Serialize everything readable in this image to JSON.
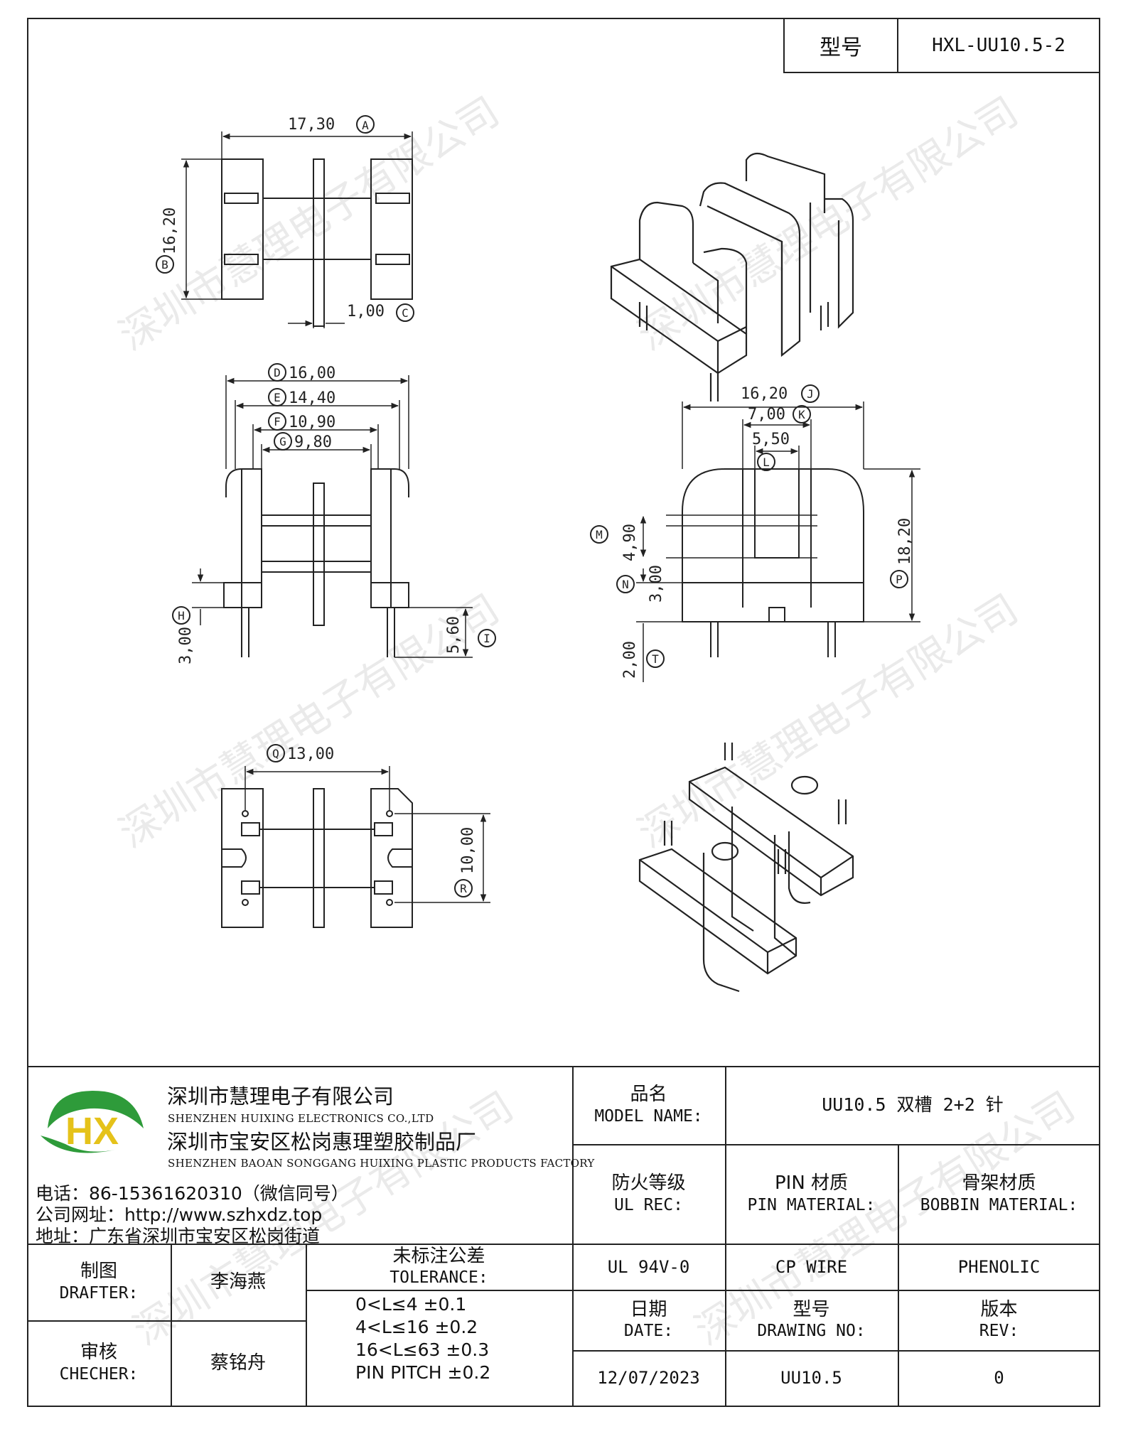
{
  "header": {
    "model_label": "型号",
    "model_value": "HXL-UU10.5-2"
  },
  "dimensions": {
    "A": "17,30",
    "A_tag": "A",
    "B": "16,20",
    "B_tag": "B",
    "C": "1,00",
    "C_tag": "C",
    "D": "16,00",
    "D_tag": "D",
    "E": "14,40",
    "E_tag": "E",
    "F": "10,90",
    "F_tag": "F",
    "G": "9,80",
    "G_tag": "G",
    "H": "3,00",
    "H_tag": "H",
    "I": "5,60",
    "I_tag": "I",
    "J": "16,20",
    "J_tag": "J",
    "K": "7,00",
    "K_tag": "K",
    "L": "5,50",
    "L_tag": "L",
    "M": "4,90",
    "M_tag": "M",
    "N": "3,00",
    "N_tag": "N",
    "P": "18,20",
    "P_tag": "P",
    "T": "2,00",
    "T_tag": "T",
    "Q": "13,00",
    "Q_tag": "Q",
    "R": "10,00",
    "R_tag": "R"
  },
  "company": {
    "logo_text": "HX",
    "name": "深圳市慧理电子有限公司",
    "name_en": "SHENZHEN HUIXING ELECTRONICS CO.,LTD",
    "factory": "深圳市宝安区松岗惠理塑胶制品厂",
    "factory_en": "SHENZHEN BAOAN SONGGANG HUIXING PLASTIC PRODUCTS FACTORY",
    "phone": "电话：86-15361620310（微信同号）",
    "website": "公司网址：http://www.szhxdz.top",
    "address": "地址：广东省深圳市宝安区松岗街道"
  },
  "title_block": {
    "model_name_zh": "品名",
    "model_name_en": "MODEL NAME:",
    "model_name_value": "UU10.5 双槽 2+2 针",
    "fire_zh": "防火等级",
    "fire_en": "UL REC:",
    "pin_zh": "PIN 材质",
    "pin_en": "PIN MATERIAL:",
    "bobbin_zh": "骨架材质",
    "bobbin_en": "BOBBIN MATERIAL:",
    "fire_value": "UL 94V-0",
    "pin_value": "CP WIRE",
    "bobbin_value": "PHENOLIC",
    "drafter_zh": "制图",
    "drafter_en": "DRAFTER:",
    "drafter_value": "李海燕",
    "checker_zh": "审核",
    "checker_en": "CHECHER:",
    "checker_value": "蔡铭舟",
    "tolerance_zh": "未标注公差",
    "tolerance_en": "TOLERANCE:",
    "tolerances": [
      "0<L≤4  ±0.1",
      "4<L≤16 ±0.2",
      "16<L≤63 ±0.3",
      "PIN PITCH ±0.2"
    ],
    "date_zh": "日期",
    "date_en": "DATE:",
    "date_value": "12/07/2023",
    "drawing_zh": "型号",
    "drawing_en": "DRAWING NO:",
    "drawing_value": "UU10.5",
    "rev_zh": "版本",
    "rev_en": "REV:",
    "rev_value": "0"
  },
  "watermark": "深圳市慧理电子有限公司",
  "colors": {
    "line": "#222222",
    "logo_green": "#2e9b3a",
    "logo_yellow": "#e5c21a"
  }
}
